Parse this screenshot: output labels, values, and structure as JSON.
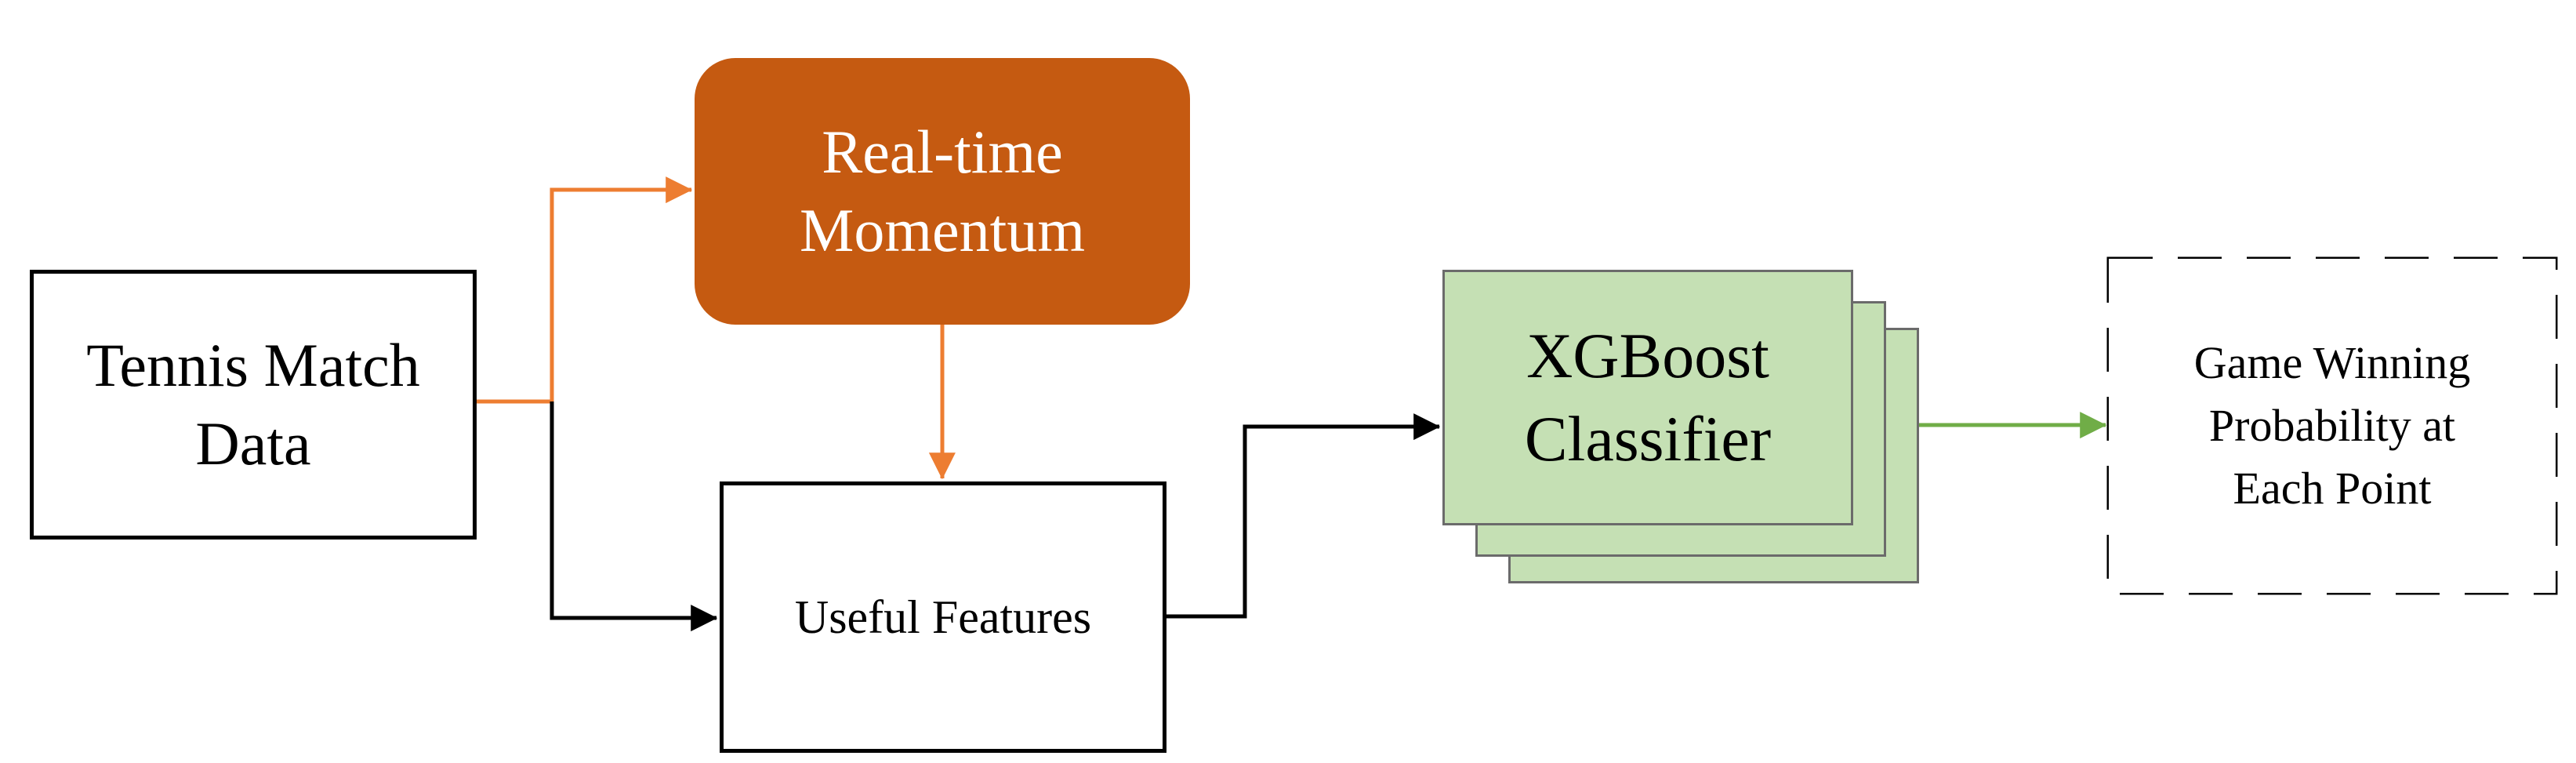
{
  "diagram": {
    "nodes": {
      "input": {
        "label": "Tennis Match\nData"
      },
      "momentum": {
        "label": "Real-time\nMomentum"
      },
      "features": {
        "label": "Useful Features"
      },
      "classifier": {
        "label": "XGBoost\nClassifier"
      },
      "output": {
        "label": "Game Winning\nProbability at\nEach Point"
      }
    },
    "edges": [
      {
        "from": "Tennis Match Data",
        "to": "Real-time Momentum",
        "color": "#ed7d31"
      },
      {
        "from": "Tennis Match Data",
        "to": "Useful Features",
        "color": "#000000"
      },
      {
        "from": "Real-time Momentum",
        "to": "Useful Features",
        "color": "#ed7d31"
      },
      {
        "from": "Useful Features",
        "to": "XGBoost Classifier",
        "color": "#000000"
      },
      {
        "from": "XGBoost Classifier",
        "to": "Game Winning Probability at Each Point",
        "color": "#70ad47"
      }
    ]
  },
  "colors": {
    "momentum_fill": "#c55a11",
    "momentum_text": "#ffffff",
    "classifier_fill": "#c5e0b4",
    "classifier_border": "#6b6b6b",
    "orange_arrow": "#ed7d31",
    "green_arrow": "#70ad47",
    "black": "#000000"
  }
}
